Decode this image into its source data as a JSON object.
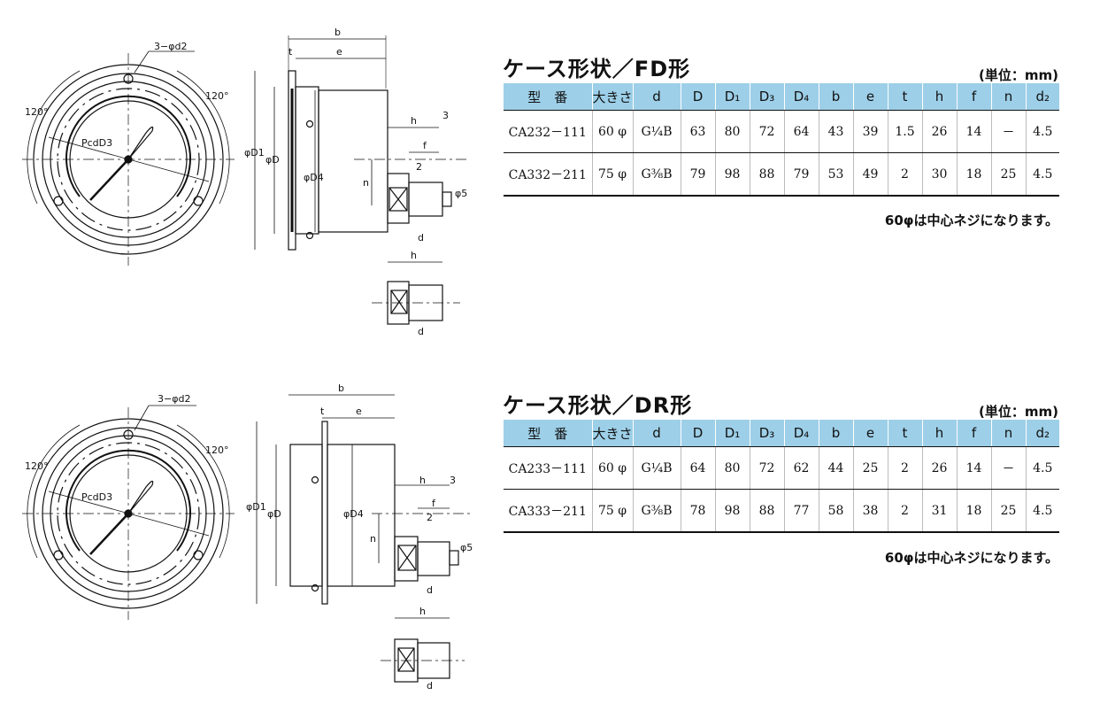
{
  "fd": {
    "title": "ケース形状／FD形",
    "unit": "(単位：mm)",
    "headers": [
      "型　番",
      "大きさ",
      "d",
      "D",
      "D₁",
      "D₃",
      "D₄",
      "b",
      "e",
      "t",
      "h",
      "f",
      "n",
      "d₂"
    ],
    "rows": [
      [
        "CA232－111",
        "60 φ",
        "G¼B",
        "63",
        "80",
        "72",
        "64",
        "43",
        "39",
        "1.5",
        "26",
        "14",
        "－",
        "4.5"
      ],
      [
        "CA332－211",
        "75 φ",
        "G⅜B",
        "79",
        "98",
        "88",
        "79",
        "53",
        "49",
        "2",
        "30",
        "18",
        "25",
        "4.5"
      ]
    ],
    "note": "60φは中心ネジになります。"
  },
  "dr": {
    "title": "ケース形状／DR形",
    "unit": "(単位：mm)",
    "headers": [
      "型　番",
      "大きさ",
      "d",
      "D",
      "D₁",
      "D₃",
      "D₄",
      "b",
      "e",
      "t",
      "h",
      "f",
      "n",
      "d₂"
    ],
    "rows": [
      [
        "CA233－111",
        "60 φ",
        "G¼B",
        "64",
        "80",
        "72",
        "62",
        "44",
        "25",
        "2",
        "26",
        "14",
        "－",
        "4.5"
      ],
      [
        "CA333－211",
        "75 φ",
        "G⅜B",
        "78",
        "98",
        "88",
        "77",
        "58",
        "38",
        "2",
        "31",
        "18",
        "25",
        "4.5"
      ]
    ],
    "note": "60φは中心ネジになります。"
  },
  "drawing_labels": {
    "holes": "3−φd2",
    "angle": "120°",
    "pcd": "PcdD3",
    "b": "b",
    "e": "e",
    "t": "t",
    "h": "h",
    "f": "f",
    "n3": "3",
    "n2": "2",
    "d1": "φD1",
    "d": "φD",
    "d4": "φD4",
    "n": "n",
    "d5": "φ5",
    "dd": "d"
  }
}
